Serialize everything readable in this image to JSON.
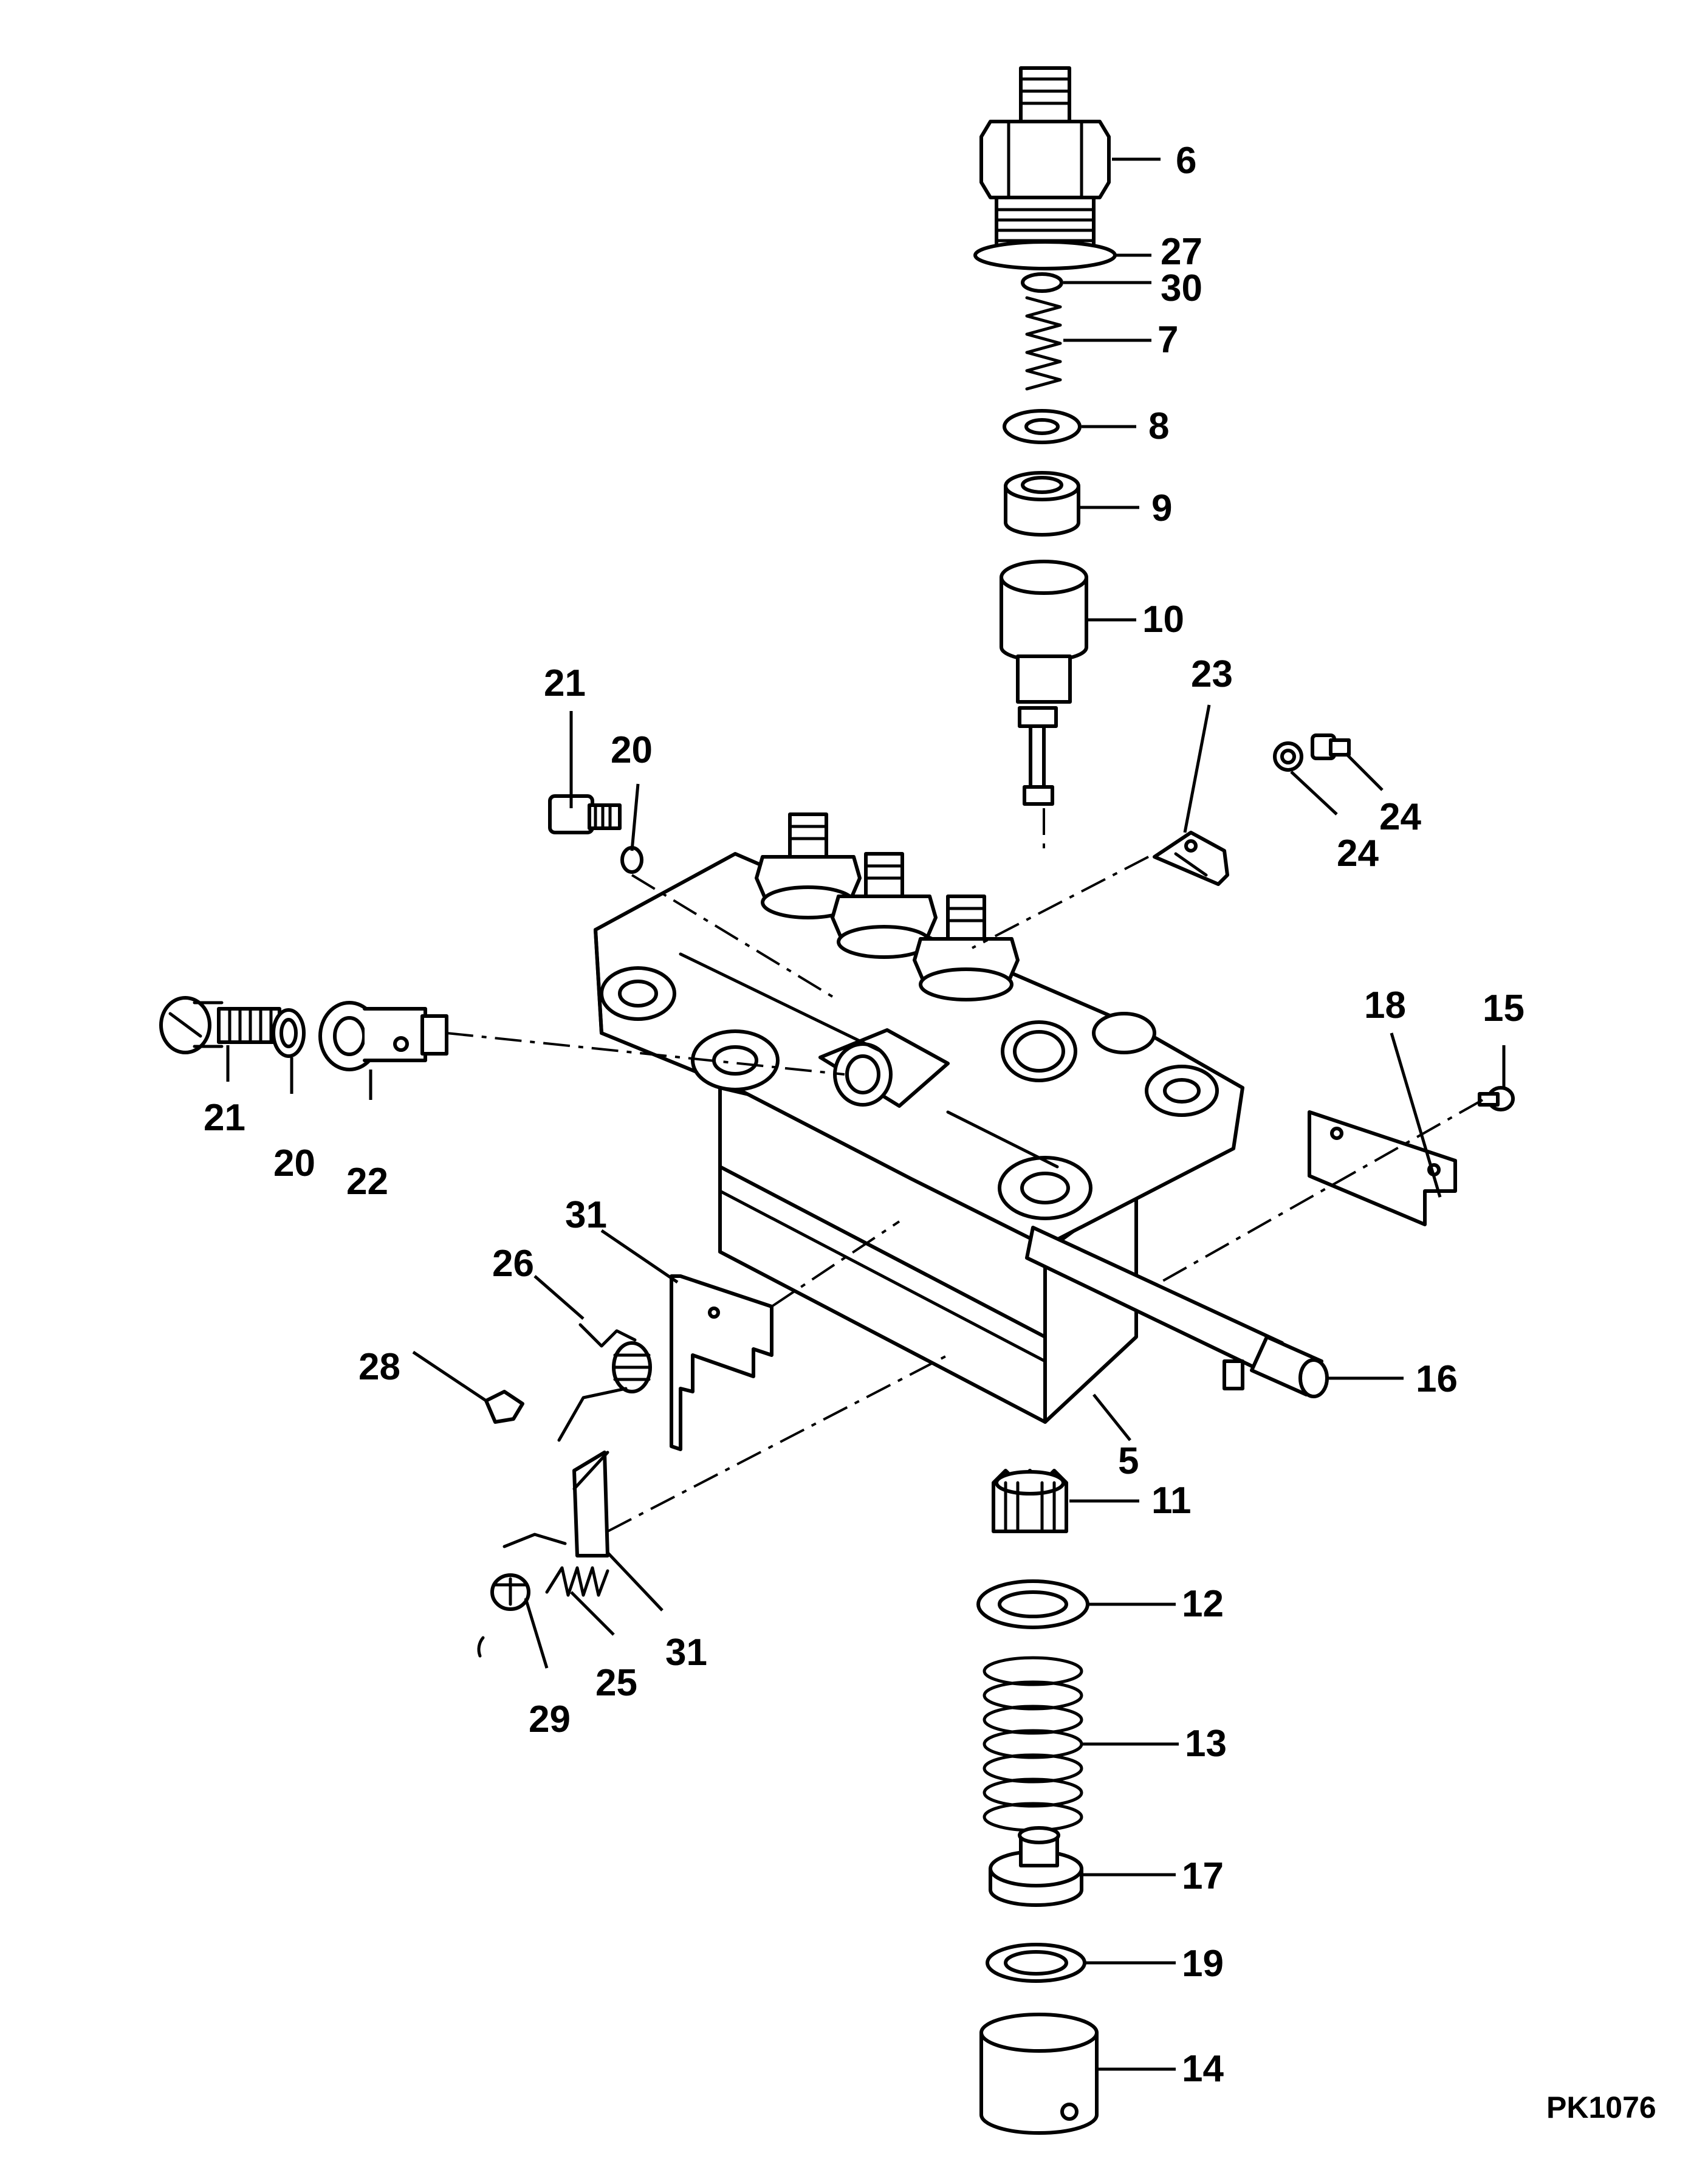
{
  "diagram": {
    "reference_code": "PK1076",
    "callouts": {
      "c6": "6",
      "c27": "27",
      "c30": "30",
      "c7": "7",
      "c8": "8",
      "c9": "9",
      "c10": "10",
      "c21a": "21",
      "c20a": "20",
      "c23": "23",
      "c24a": "24",
      "c24b": "24",
      "c21b": "21",
      "c20b": "20",
      "c22": "22",
      "c18": "18",
      "c15": "15",
      "c16": "16",
      "c5": "5",
      "c31a": "31",
      "c26": "26",
      "c28": "28",
      "c11": "11",
      "c12": "12",
      "c13": "13",
      "c17": "17",
      "c19": "19",
      "c14": "14",
      "c29": "29",
      "c25": "25",
      "c31b": "31"
    },
    "colors": {
      "ink": "#000000",
      "paper": "#ffffff"
    }
  }
}
